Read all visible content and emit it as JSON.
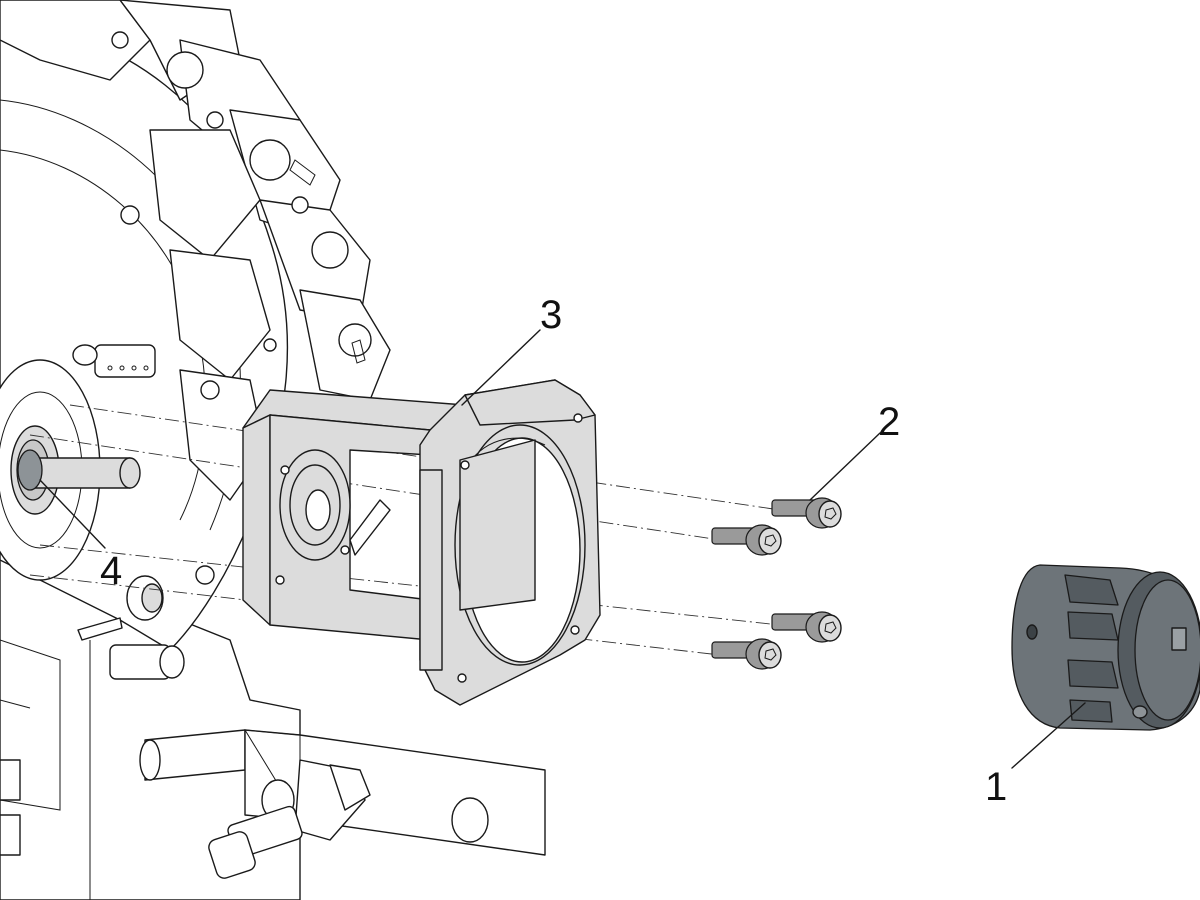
{
  "callouts": [
    {
      "id": "1",
      "text": "1"
    },
    {
      "id": "2",
      "text": "2"
    },
    {
      "id": "3",
      "text": "3"
    },
    {
      "id": "4",
      "text": "4"
    }
  ],
  "colors": {
    "background": "#ffffff",
    "line": "#1a1a1a",
    "adapter_plate": "#dcdcdc",
    "coupling": "#6d7479",
    "bolt": "#9a9a9a"
  }
}
